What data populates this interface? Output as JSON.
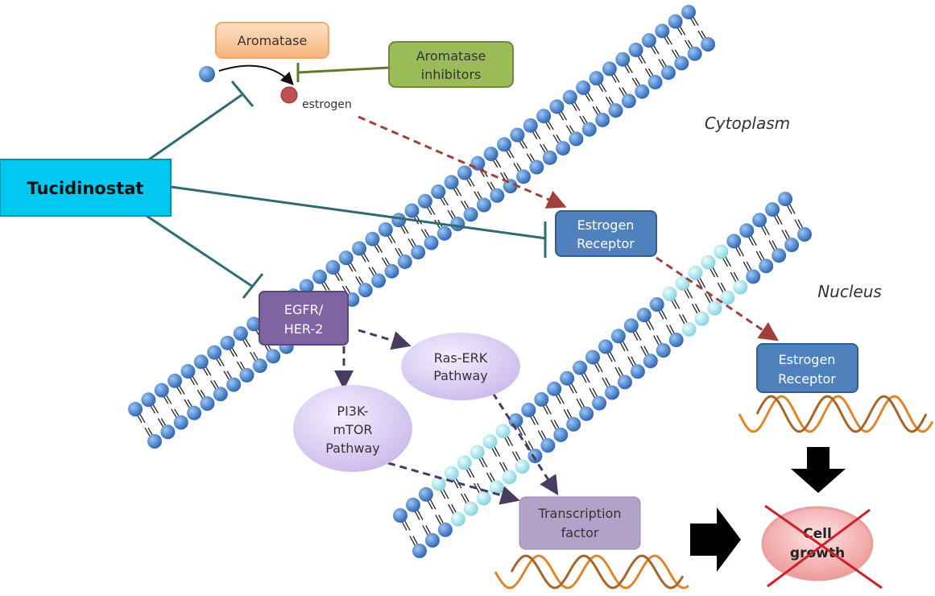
{
  "labels": {
    "aromatase": "Aromatase",
    "aromatase_inhibitors_1": "Aromatase",
    "aromatase_inhibitors_2": "inhibitors",
    "estrogen": "estrogen",
    "cytoplasm": "Cytoplasm",
    "nucleus": "Nucleus",
    "tucidinostat": "Tucidinostat",
    "er1_1": "Estrogen",
    "er1_2": "Receptor",
    "er2_1": "Estrogen",
    "er2_2": "Receptor",
    "egfr_1": "EGFR/",
    "egfr_2": "HER-2",
    "ras_1": "Ras-ERK",
    "ras_2": "Pathway",
    "pi3k_1": "PI3K-",
    "pi3k_2": "mTOR",
    "pi3k_3": "Pathway",
    "tf_1": "Transcription",
    "tf_2": "factor",
    "cell_1": "Cell",
    "cell_2": "growth"
  },
  "colors": {
    "tucidinostat": "#00c8f0",
    "inhibition_line": "#2e6b73",
    "aromatase": "#fbc79a",
    "aromatase_inhibitors": "#9bbb59",
    "receptor": "#4f81bd",
    "egfr": "#8064a2",
    "pathway": "#d9cdf0",
    "transcription_factor": "#b3a2c7",
    "estrogen_arrow": "#a0403a",
    "pathway_arrow": "#4a3b63",
    "membrane_head": "#3f7fcf",
    "pore_head": "#a8e6ee",
    "dna": "#e0862a",
    "cell_growth": "#f7b3b3",
    "cross": "#d0202a"
  }
}
